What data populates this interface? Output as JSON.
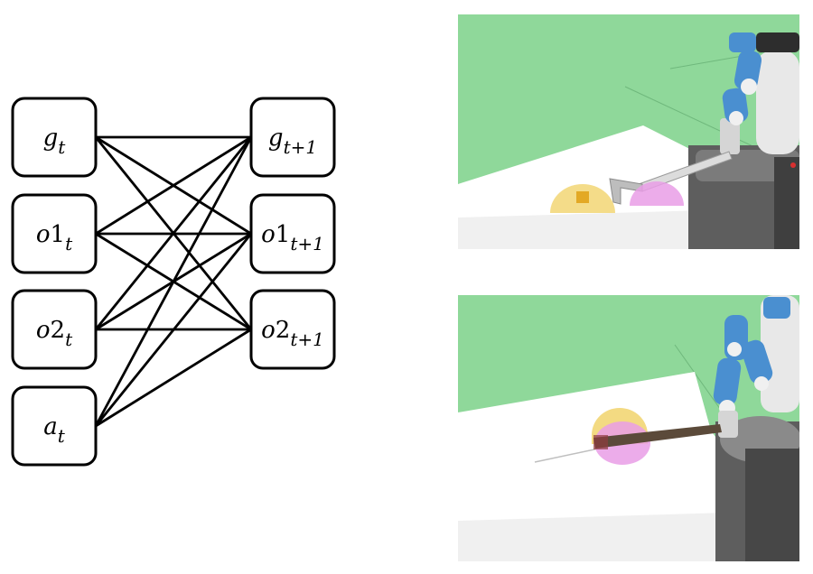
{
  "graph": {
    "current_nodes": [
      {
        "base": "g",
        "sub": "t"
      },
      {
        "base": "o1",
        "sub": "t"
      },
      {
        "base": "o2",
        "sub": "t"
      },
      {
        "base": "a",
        "sub": "t"
      }
    ],
    "next_nodes": [
      {
        "base": "g",
        "sub": "t+1"
      },
      {
        "base": "o1",
        "sub": "t+1"
      },
      {
        "base": "o2",
        "sub": "t+1"
      }
    ],
    "edges": [
      [
        0,
        0
      ],
      [
        0,
        1
      ],
      [
        0,
        2
      ],
      [
        1,
        0
      ],
      [
        1,
        1
      ],
      [
        1,
        2
      ],
      [
        2,
        0
      ],
      [
        2,
        1
      ],
      [
        2,
        2
      ],
      [
        3,
        0
      ],
      [
        3,
        1
      ],
      [
        3,
        2
      ]
    ]
  },
  "scenes": {
    "background_color": "#8fd89a",
    "table_color": "#ffffff",
    "goal_color": "#f1d36c",
    "object_color": "#e99de6",
    "robot_color": "#4a8fd0",
    "top_tool": "gripper-stick",
    "bottom_tool": "wooden-stick"
  }
}
